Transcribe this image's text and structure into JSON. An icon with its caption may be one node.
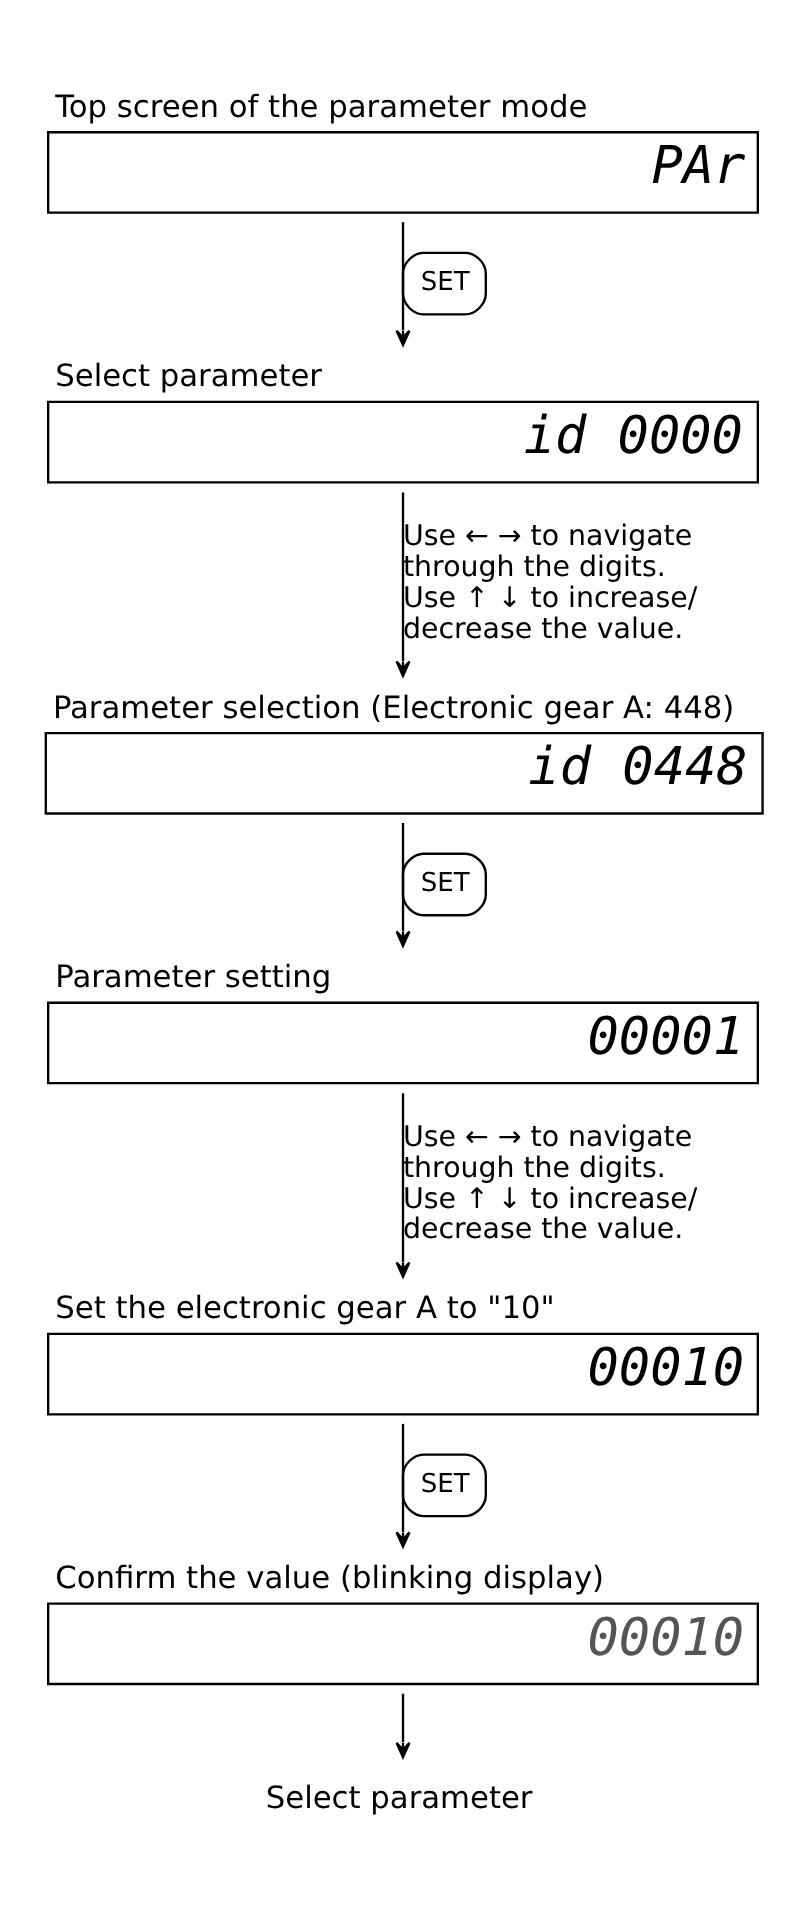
{
  "diagram": {
    "nodes": [
      {
        "text": [
          "Top screen of the parameter mode",
          "PAr"
        ]
      },
      {
        "text": [
          "Select parameter",
          "id 0000"
        ]
      },
      {
        "text": [
          "Parameter selection (Electronic gear A: 448)",
          "id 0448"
        ]
      },
      {
        "text": [
          "Parameter setting",
          "00001"
        ]
      },
      {
        "text": [
          "Set the electronic gear A to \"10\"",
          "00010"
        ]
      },
      {
        "text": [
          "Confirm the value (blinking display)",
          "00010"
        ]
      },
      {
        "text": [
          "Select parameter"
        ]
      }
    ],
    "edges": [
      {
        "from": 0,
        "to": 1,
        "arrow": "to",
        "label": "SET"
      },
      {
        "from": 1,
        "to": 2,
        "arrow": "to",
        "label": "Use ← → to navigate through the digits. Use ↑ ↓ to increase/ decrease the value."
      },
      {
        "from": 2,
        "to": 3,
        "arrow": "to",
        "label": "SET"
      },
      {
        "from": 3,
        "to": 4,
        "arrow": "to",
        "label": "Use ← → to navigate through the digits. Use ↑ ↓ to increase/ decrease the value."
      },
      {
        "from": 4,
        "to": 5,
        "arrow": "to",
        "label": "SET"
      },
      {
        "from": 5,
        "to": 6,
        "arrow": "to"
      }
    ]
  }
}
